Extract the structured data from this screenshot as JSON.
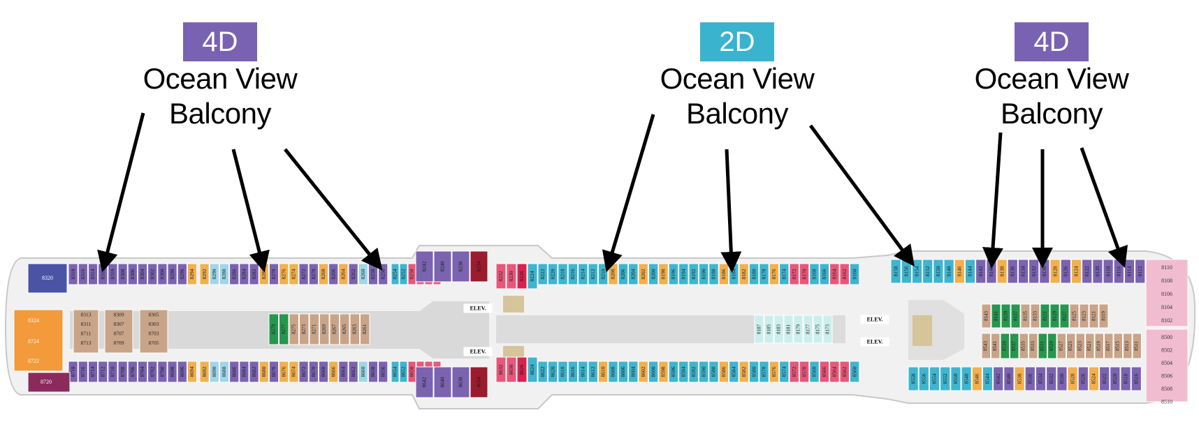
{
  "colors": {
    "balcony_4d": "#7a62b2",
    "balcony_2d": "#39b3ce",
    "purple_cabin": "#7b63b0",
    "teal_cabin": "#3fb5cf",
    "orange_cabin": "#f2b04e",
    "tan_cabin": "#c9a489",
    "green_cabin": "#27964f",
    "pink_cabin": "#e8577a",
    "crimson_cabin": "#d6244e",
    "darkred_cabin": "#9b1c2c",
    "light_blue": "#9fd6ea",
    "pale_teal": "#cdeeee",
    "suite_orange": "#f39a3b",
    "suite_blue": "#4a54a4",
    "plum": "#8a2b5c",
    "pink_suite": "#f2bcd0",
    "deck": "#ededed",
    "corridor": "#d7d7d7"
  },
  "annotations": [
    {
      "badge": "4D",
      "type": "balcony_4d",
      "line1": "Ocean View",
      "line2": "Balcony"
    },
    {
      "badge": "2D",
      "type": "balcony_2d",
      "line1": "Ocean View",
      "line2": "Balcony"
    },
    {
      "badge": "4D",
      "type": "balcony_4d",
      "line1": "Ocean View",
      "line2": "Balcony"
    }
  ],
  "facilities": {
    "elevator_label": "ELEV."
  },
  "cabins": {
    "aft_top": [
      "8318",
      "8316",
      "8314",
      "8312",
      "8310",
      "8308",
      "8306",
      "8304",
      "8302",
      "8300",
      "8298",
      "8296",
      "8294",
      "8292",
      "8290",
      "8288",
      "8286",
      "8284",
      "8282",
      "8280",
      "8278",
      "8276",
      "8274",
      "8272",
      "8270",
      "8268",
      "8266",
      "8264",
      "8262",
      "8260",
      "8258",
      "8256",
      "8254",
      "8252",
      "8250",
      "8248",
      "8246",
      "8244",
      "8242",
      "8240",
      "8238",
      "8234"
    ],
    "mid_top": [
      "8232",
      "8230",
      "8226",
      "8224",
      "8222",
      "8220",
      "8218",
      "8216",
      "8214",
      "8212",
      "8210",
      "8208",
      "8206",
      "8204",
      "8202",
      "8200",
      "8198",
      "8196",
      "8194",
      "8192",
      "8190",
      "8188",
      "8186",
      "8184",
      "8182",
      "8180",
      "8178",
      "8176",
      "8174",
      "8172",
      "8170",
      "8168",
      "8166",
      "8164",
      "8162",
      "8160"
    ],
    "fwd_top": [
      "8158",
      "8156",
      "8154",
      "8152",
      "8150",
      "8148",
      "8146",
      "8144",
      "8142",
      "8140",
      "8138",
      "8136",
      "8134",
      "8132",
      "8130",
      "8128",
      "8126",
      "8124",
      "8122",
      "8120",
      "8118",
      "8116",
      "8114",
      "8112"
    ],
    "aft_bottom": [
      "8718",
      "8716",
      "8714",
      "8712",
      "8710",
      "8708",
      "8706",
      "8704",
      "8702",
      "8700",
      "8698",
      "8696",
      "8694",
      "8692",
      "8690",
      "8688",
      "8686",
      "8684",
      "8682",
      "8680",
      "8678",
      "8676",
      "8674",
      "8672",
      "8670",
      "8668",
      "8666",
      "8664",
      "8662",
      "8660",
      "8658",
      "8656",
      "8654",
      "8652",
      "8650",
      "8648",
      "8646",
      "8644",
      "8642",
      "8640",
      "8638",
      "8634"
    ],
    "mid_bottom": [
      "8632",
      "8630",
      "8626",
      "8624",
      "8622",
      "8620",
      "8618",
      "8616",
      "8614",
      "8612",
      "8610",
      "8608",
      "8606",
      "8604",
      "8602",
      "8600",
      "8598",
      "8596",
      "8594",
      "8592",
      "8590",
      "8588",
      "8586",
      "8584",
      "8582",
      "8580",
      "8578",
      "8576",
      "8574",
      "8572",
      "8570",
      "8568",
      "8566",
      "8564",
      "8562",
      "8560"
    ],
    "fwd_bottom": [
      "8558",
      "8556",
      "8554",
      "8552",
      "8550",
      "8548",
      "8546",
      "8544",
      "8542",
      "8540",
      "8538",
      "8536",
      "8534",
      "8532",
      "8530",
      "8528",
      "8526",
      "8524",
      "8522",
      "8520",
      "8518",
      "8516"
    ],
    "stern_suites": [
      "8320",
      "8324",
      "8724",
      "8722",
      "8720"
    ],
    "aft_inner_left": [
      "8313",
      "8311",
      "8711",
      "8713"
    ],
    "aft_inner_mid": [
      "8309",
      "8307",
      "8707",
      "8709"
    ],
    "aft_inner_right": [
      "8305",
      "8303",
      "8703",
      "8705"
    ],
    "center_block": [
      "8279",
      "8277",
      "8275",
      "8273",
      "8271",
      "8269",
      "8267",
      "8265",
      "8263",
      "8261"
    ],
    "fwd_center_upper": [
      "8187",
      "8185",
      "8183",
      "8181",
      "8179",
      "8177",
      "8175",
      "8173"
    ],
    "fwd_inner_upper": [
      "8143",
      "8141",
      "8139",
      "8137",
      "8135",
      "8133",
      "8131",
      "8129",
      "8127",
      "8125",
      "8123",
      "8121",
      "8119"
    ],
    "fwd_inner_lower": [
      "8543",
      "8541",
      "8539",
      "8537",
      "8535",
      "8533",
      "8531",
      "8529",
      "8527",
      "8525",
      "8523",
      "8521",
      "8519",
      "8517",
      "8515",
      "8513",
      "8511"
    ],
    "bow_suites": [
      "8110",
      "8108",
      "8106",
      "8104",
      "8102",
      "8500",
      "8502",
      "8504",
      "8506",
      "8508",
      "8510"
    ]
  }
}
